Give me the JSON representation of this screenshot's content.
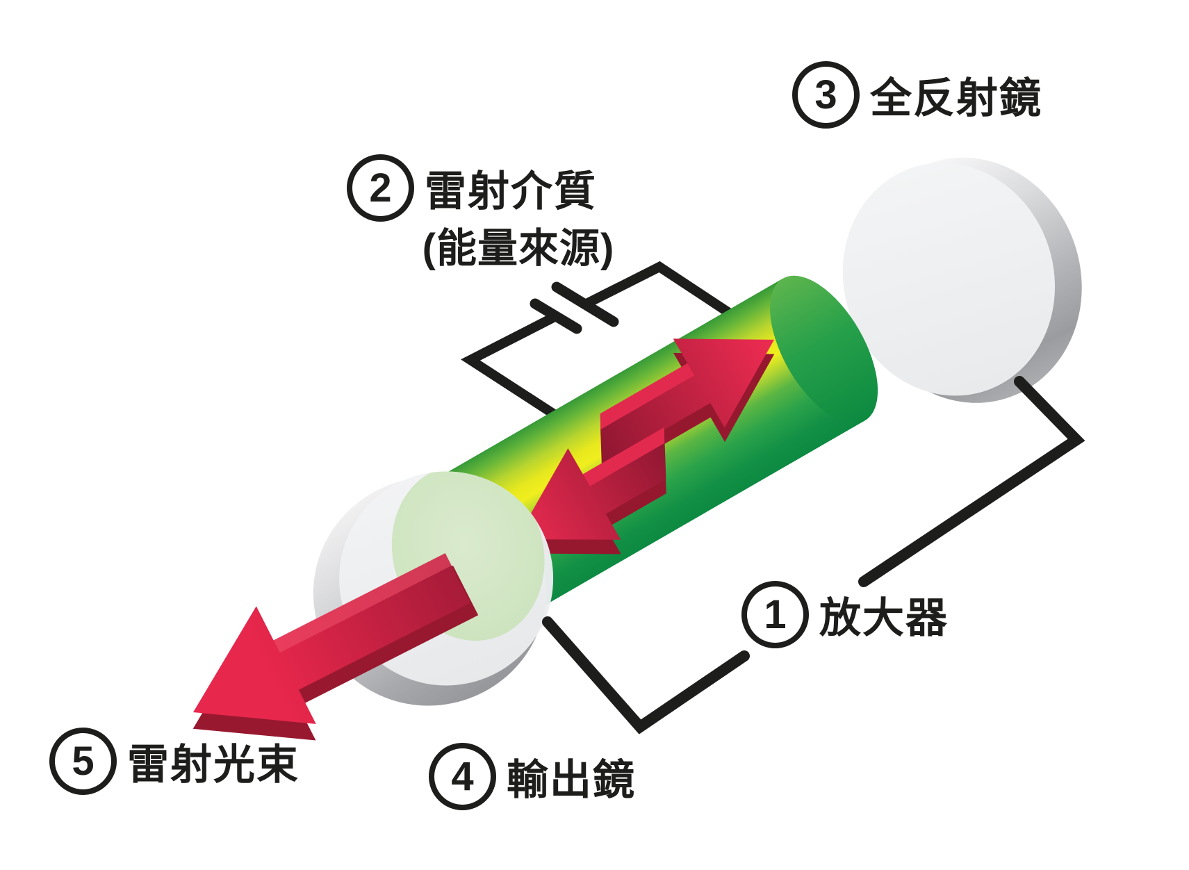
{
  "diagram": {
    "background": "#ffffff",
    "labels": {
      "amplifier": {
        "number": "1",
        "text": "放大器"
      },
      "medium": {
        "number": "2",
        "text": "雷射介質",
        "subtext": "(能量來源)"
      },
      "rear_mirror": {
        "number": "3",
        "text": "全反射鏡"
      },
      "output_mirror": {
        "number": "4",
        "text": "輸出鏡"
      },
      "beam": {
        "number": "5",
        "text": "雷射光束"
      }
    },
    "colors": {
      "rod_yellow": "#f0ee1e",
      "rod_green": "#2ba34a",
      "rod_green_dark": "#0d8a41",
      "arrow_red": "#ea2b50",
      "arrow_dark_red": "#96182f",
      "mirror_face": "#eef0f2",
      "mirror_rim": "#aeafb2",
      "glow_green": "#cde4c0",
      "outline_black": "#1d1d1b"
    },
    "icons": {
      "battery": "battery-cell-icon"
    }
  }
}
